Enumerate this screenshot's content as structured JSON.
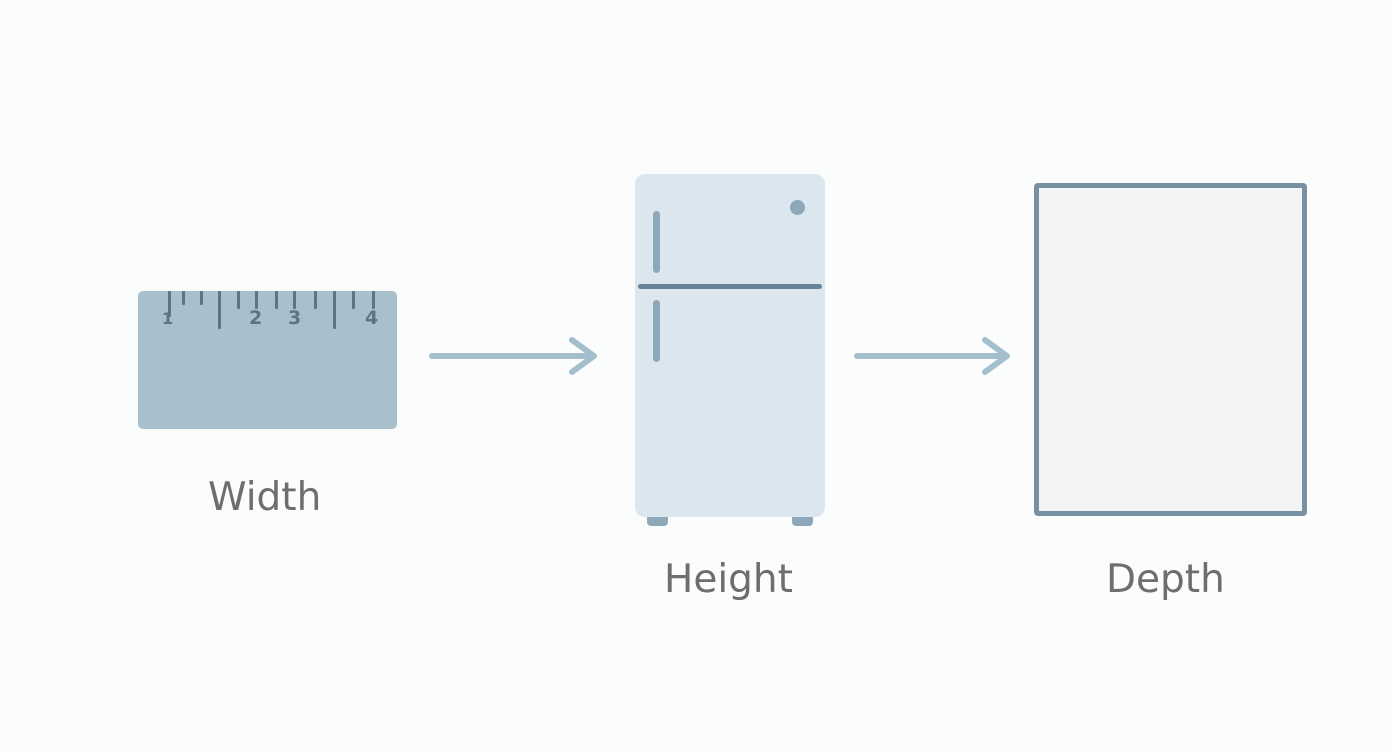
{
  "steps": [
    {
      "label": "Width",
      "icon": "ruler-icon",
      "ruler_numbers": [
        "1",
        "2",
        "3",
        "4"
      ]
    },
    {
      "label": "Height",
      "icon": "refrigerator-icon"
    },
    {
      "label": "Depth",
      "icon": "depth-box-icon"
    }
  ],
  "connectors": [
    "arrow-right-icon",
    "arrow-right-icon"
  ],
  "colors": {
    "background": "#fbfcfc",
    "ruler": "#a7c0cb",
    "ruler_marks": "#5f7387",
    "arrow": "#a3bfcc",
    "fridge_body": "#dbe6ee",
    "fridge_accent": "#8ea8ba",
    "fridge_divider": "#67839a",
    "depth_border": "#7790a2",
    "depth_fill": "#f3f4f5",
    "label_text": "#6e6e71"
  }
}
